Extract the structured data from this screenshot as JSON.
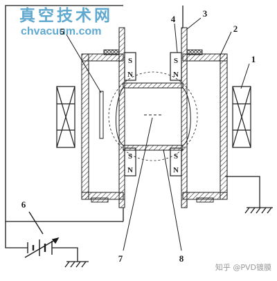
{
  "watermark": {
    "cn": "真空技术网",
    "url": "chvacuum.com",
    "color": "#5fa8cf"
  },
  "labels": {
    "l1": "1",
    "l2": "2",
    "l3": "3",
    "l4": "4",
    "l5": "5",
    "l6": "6",
    "l7": "7",
    "l8": "8"
  },
  "poles": {
    "s": "S",
    "n": "N"
  },
  "credit": "知乎 @PVD镀膜",
  "colors": {
    "ink": "#1a1a1a",
    "hatch": "#333333",
    "accent": "#5fa8cf"
  }
}
